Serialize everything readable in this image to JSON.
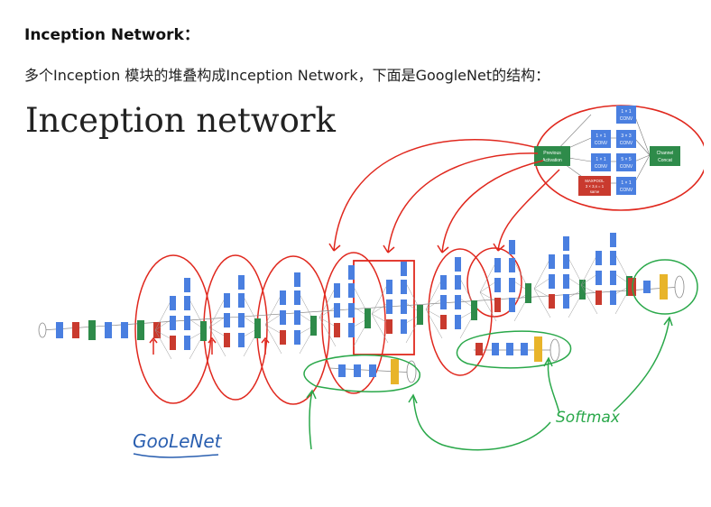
{
  "heading": "Inception Network：",
  "paragraph": "多个Inception 模块的堆叠构成Inception Network，下面是GoogleNet的结构：",
  "figure": {
    "title": "Inception network",
    "module_labels": {
      "previous": [
        "Previous",
        "Activation"
      ],
      "concat": [
        "Channel",
        "Concat"
      ],
      "conv_1x1_top": [
        "1 × 1",
        "CONV"
      ],
      "conv_1x1_a": [
        "1 × 1",
        "CONV"
      ],
      "conv_1x1_b": [
        "1 × 1",
        "CONV"
      ],
      "conv_3x3": [
        "3 × 3",
        "CONV"
      ],
      "conv_5x5": [
        "5 × 5",
        "CONV"
      ],
      "maxpool": [
        "MAXPOOL",
        "3 × 3,s = 1",
        "same"
      ],
      "conv_1x1_bottom": [
        "1 × 1",
        "CONV"
      ]
    },
    "annotations": {
      "googlenet": "GooLeNet",
      "softmax": "Softmax"
    },
    "colors": {
      "conv": "#4a7fe0",
      "pool": "#c93a2e",
      "concat": "#2e8b4a",
      "softmax": "#e8b42a",
      "red_ink": "#e0281e",
      "green_ink": "#2aa84a",
      "blue_ink": "#2a5fb0"
    }
  }
}
